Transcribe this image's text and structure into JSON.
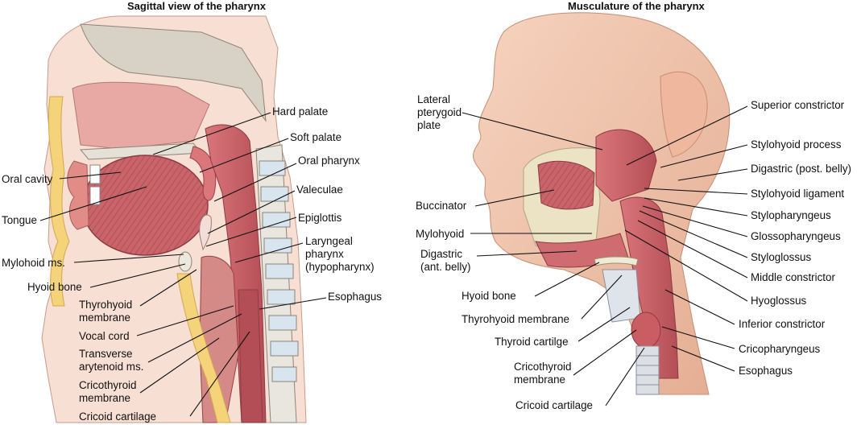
{
  "left_panel": {
    "title": "Sagittal view of the pharynx",
    "labels": {
      "hard_palate": [
        "Hard palate"
      ],
      "soft_palate": [
        "Soft palate"
      ],
      "oral_pharynx": [
        "Oral pharynx"
      ],
      "valeculae": [
        "Valeculae"
      ],
      "epiglottis": [
        "Epiglottis"
      ],
      "laryngeal_pharynx": [
        "Laryngeal",
        "pharynx",
        "(hypopharynx)"
      ],
      "esophagus": [
        "Esophagus"
      ],
      "oral_cavity": [
        "Oral cavity"
      ],
      "tongue": [
        "Tongue"
      ],
      "mylohoid_ms": [
        "Mylohoid ms."
      ],
      "hyoid_bone": [
        "Hyoid bone"
      ],
      "thyrohyoid_membrane": [
        "Thyrohyoid",
        "membrane"
      ],
      "vocal_cord": [
        "Vocal cord"
      ],
      "transverse_arytenoid": [
        "Transverse",
        "arytenoid ms."
      ],
      "cricothyroid_membrane": [
        "Cricothyroid",
        "membrane"
      ],
      "cricoid_cartilage": [
        "Cricoid cartilage"
      ]
    }
  },
  "right_panel": {
    "title": "Musculature of the pharynx",
    "labels": {
      "lateral_pterygoid_plate": [
        "Lateral",
        "pterygoid",
        "plate"
      ],
      "buccinator": [
        "Buccinator"
      ],
      "mylohyoid": [
        "Mylohyoid"
      ],
      "digastric_ant": [
        "Digastric",
        "(ant. belly)"
      ],
      "hyoid_bone": [
        "Hyoid bone"
      ],
      "thyrohyoid_membrane": [
        "Thyrohyoid membrane"
      ],
      "thyroid_cartilage": [
        "Thyroid cartilge"
      ],
      "cricothyroid_membrane": [
        "Cricothyroid",
        "membrane"
      ],
      "cricoid_cartilage": [
        "Cricoid cartilage"
      ],
      "superior_constrictor": [
        "Superior constrictor"
      ],
      "stylohyoid_process": [
        "Stylohyoid process"
      ],
      "digastric_post": [
        "Digastric (post. belly)"
      ],
      "stylohyoid_ligament": [
        "Stylohyoid ligament"
      ],
      "stylopharyngeus": [
        "Stylopharyngeus"
      ],
      "glossopharyngeus": [
        "Glossopharyngeus"
      ],
      "styloglossus": [
        "Styloglossus"
      ],
      "middle_constrictor": [
        "Middle constrictor"
      ],
      "hyoglossus": [
        "Hyoglossus"
      ],
      "inferior_constrictor": [
        "Inferior constrictor"
      ],
      "cricopharyngeus": [
        "Cricopharyngeus"
      ],
      "esophagus": [
        "Esophagus"
      ]
    }
  },
  "colors": {
    "muscle": "#c9646a",
    "muscle_dark": "#9e3e45",
    "skin": "#f2c6b0",
    "bone": "#dcd6c8",
    "fat": "#f4d37a",
    "mucosa": "#e9a4a2",
    "leader_line": "#111111"
  }
}
